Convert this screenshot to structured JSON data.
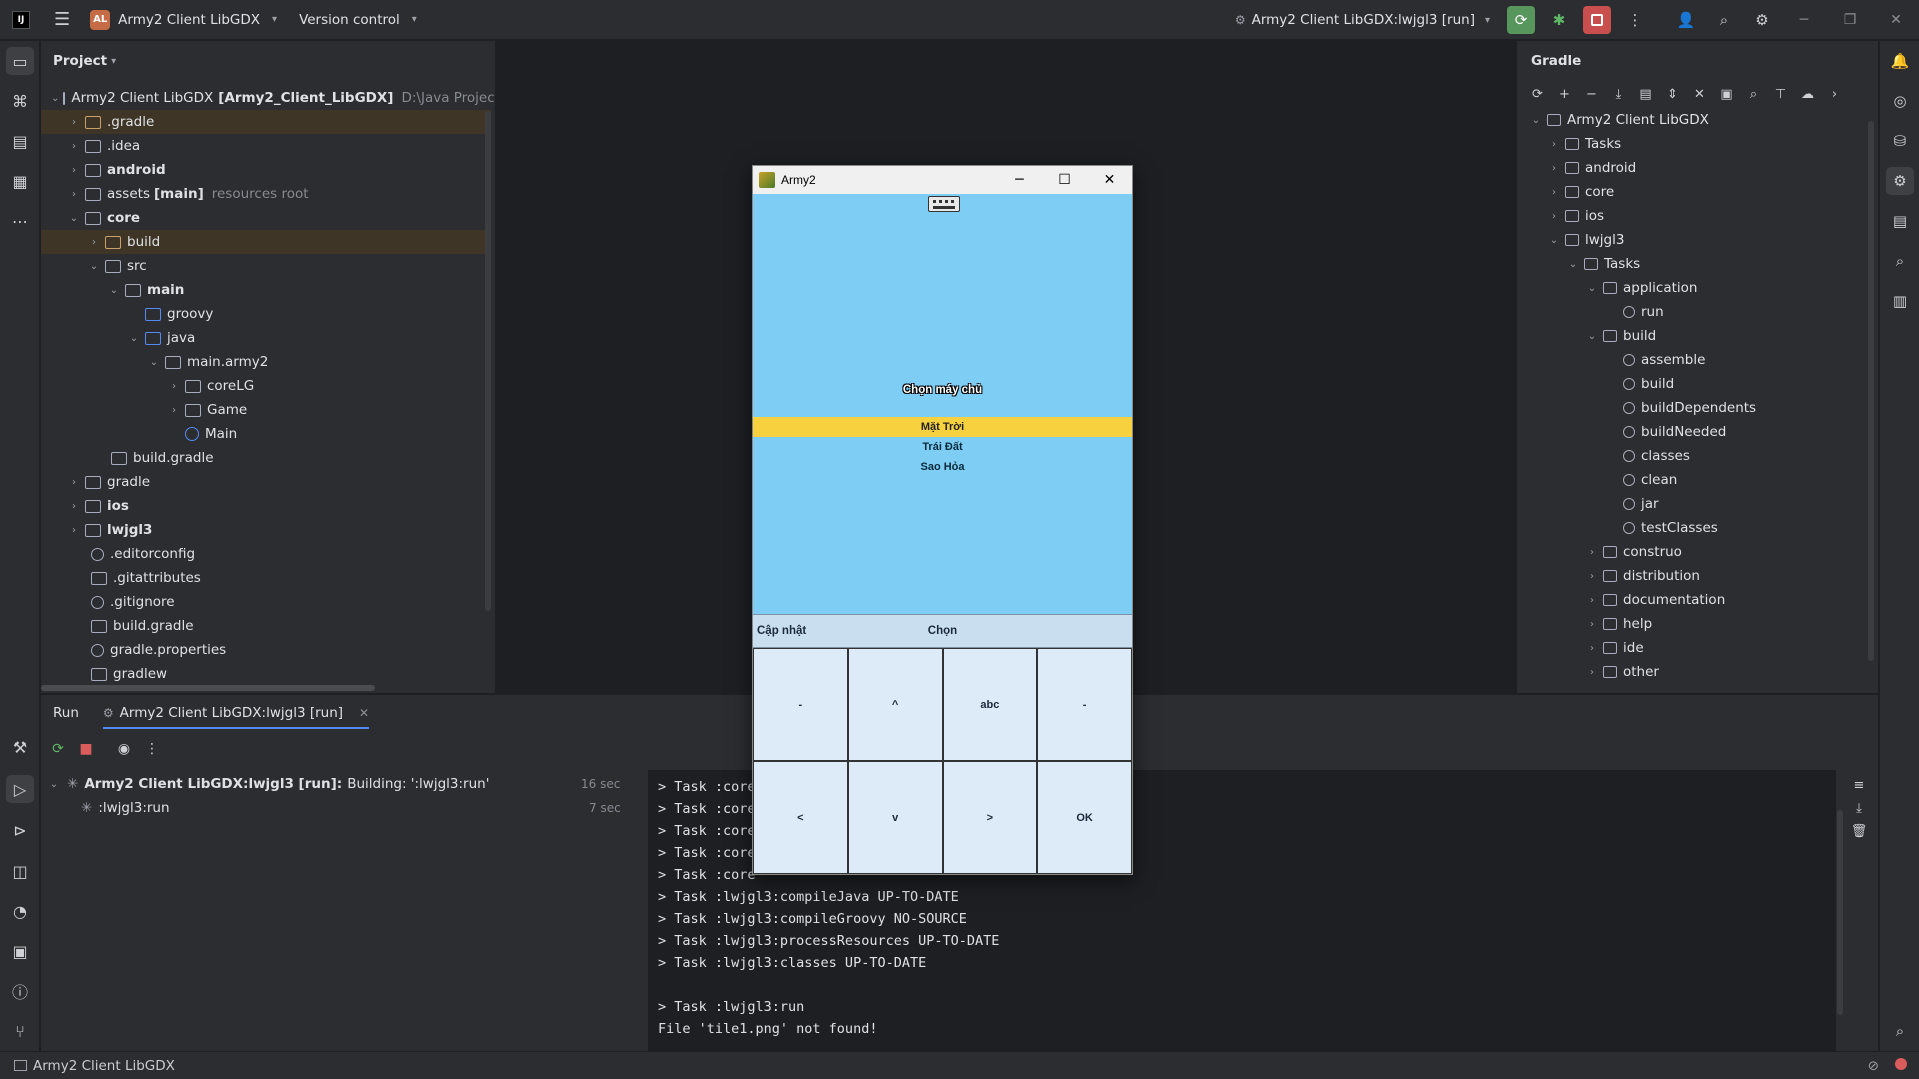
{
  "titlebar": {
    "project_badge": "AL",
    "project_name": "Army2 Client LibGDX",
    "vcs": "Version control",
    "run_config": "Army2 Client LibGDX:lwjgl3 [run]"
  },
  "project_panel": {
    "title": "Project",
    "root": {
      "name": "Army2 Client LibGDX",
      "module": "[Army2_Client_LibGDX]",
      "path": "D:\\Java Projects\\Ar"
    },
    "rows": [
      {
        "label": ".gradle",
        "hint": ""
      },
      {
        "label": ".idea",
        "hint": ""
      },
      {
        "label": "android",
        "hint": ""
      },
      {
        "label": "assets",
        "bold": "[main]",
        "hint": "resources root"
      },
      {
        "label": "core",
        "hint": ""
      },
      {
        "label": "build",
        "hint": ""
      },
      {
        "label": "src",
        "hint": ""
      },
      {
        "label": "main",
        "hint": ""
      },
      {
        "label": "groovy",
        "hint": ""
      },
      {
        "label": "java",
        "hint": ""
      },
      {
        "label": "main.army2",
        "hint": ""
      },
      {
        "label": "coreLG",
        "hint": ""
      },
      {
        "label": "Game",
        "hint": ""
      },
      {
        "label": "Main",
        "hint": ""
      },
      {
        "label": "build.gradle",
        "hint": ""
      },
      {
        "label": "gradle",
        "hint": ""
      },
      {
        "label": "ios",
        "hint": ""
      },
      {
        "label": "lwjgl3",
        "hint": ""
      },
      {
        "label": ".editorconfig",
        "hint": ""
      },
      {
        "label": ".gitattributes",
        "hint": ""
      },
      {
        "label": ".gitignore",
        "hint": ""
      },
      {
        "label": "build.gradle",
        "hint": ""
      },
      {
        "label": "gradle.properties",
        "hint": ""
      },
      {
        "label": "gradlew",
        "hint": ""
      }
    ]
  },
  "gradle_panel": {
    "title": "Gradle",
    "rows": [
      "Army2 Client LibGDX",
      "Tasks",
      "android",
      "core",
      "ios",
      "lwjgl3",
      "Tasks",
      "application",
      "run",
      "build",
      "assemble",
      "build",
      "buildDependents",
      "buildNeeded",
      "classes",
      "clean",
      "jar",
      "testClasses",
      "construo",
      "distribution",
      "documentation",
      "help",
      "ide",
      "other"
    ]
  },
  "run_panel": {
    "title": "Run",
    "tab": "Army2 Client LibGDX:lwjgl3 [run]",
    "tree": [
      {
        "label": "Army2 Client LibGDX:lwjgl3 [run]:",
        "detail": "Building: ':lwjgl3:run'",
        "time": "16 sec"
      },
      {
        "label": ":lwjgl3:run",
        "detail": "",
        "time": "7 sec"
      }
    ],
    "console": [
      "> Task :core",
      "> Task :core",
      "> Task :core",
      "> Task :core",
      "> Task :core",
      "> Task :lwjgl3:compileJava UP-TO-DATE",
      "> Task :lwjgl3:compileGroovy NO-SOURCE",
      "> Task :lwjgl3:processResources UP-TO-DATE",
      "> Task :lwjgl3:classes UP-TO-DATE",
      "",
      "> Task :lwjgl3:run",
      "File 'tile1.png' not found!"
    ]
  },
  "statusbar": {
    "project": "Army2 Client LibGDX"
  },
  "army_window": {
    "title": "Army2",
    "game_title": "Chọn máy chủ",
    "servers": [
      "Mặt Trời",
      "Trái Đất",
      "Sao Hỏa"
    ],
    "soft_left": "Cập nhật",
    "soft_center": "Chọn",
    "keys": [
      "-",
      "^",
      "abc",
      "-",
      "<",
      "v",
      ">",
      "OK"
    ]
  },
  "colors": {
    "accent": "#548af7",
    "run_green": "#57965c",
    "stop_red": "#c94f4f",
    "game_sky": "#7ecdf4",
    "server_highlight": "#f7d23e"
  }
}
